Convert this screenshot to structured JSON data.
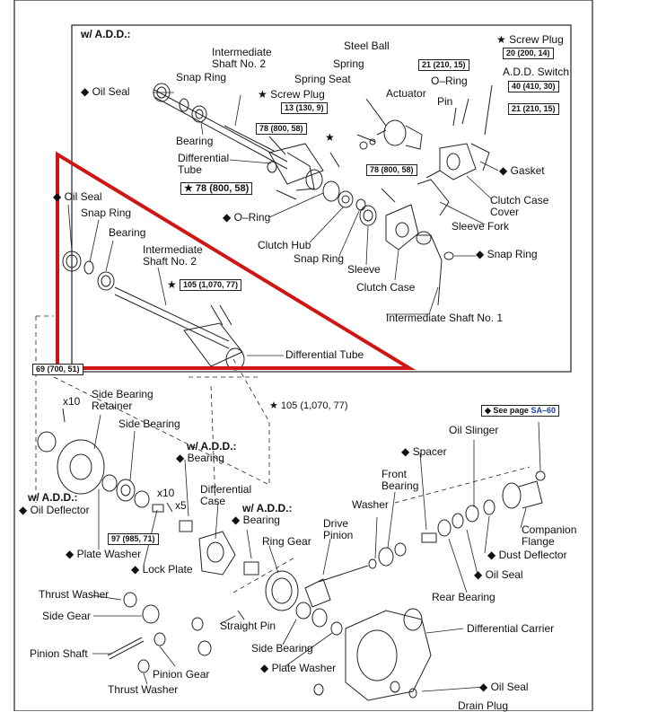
{
  "upper_panel": {
    "title": "w/  A.D.D.:",
    "labels": {
      "oil_seal": "◆ Oil Seal",
      "snap_ring_1": "Snap Ring",
      "intermediate_shaft_2": "Intermediate\nShaft No. 2",
      "bearing": "Bearing",
      "differential_tube": "Differential\nTube",
      "screw_plug": "★ Screw Plug",
      "spring_seat": "Spring Seat",
      "spring": "Spring",
      "steel_ball": "Steel Ball",
      "actuator": "Actuator",
      "o_ring_top": "O–Ring",
      "pin": "Pin",
      "screw_plug_right": "★ Screw Plug",
      "add_switch": "A.D.D. Switch",
      "gasket": "◆ Gasket",
      "clutch_case_cover": "Clutch Case\nCover",
      "sleeve_fork": "Sleeve Fork",
      "o_ring_mid": "◆ O–Ring",
      "clutch_hub": "Clutch Hub",
      "snap_ring_2": "Snap Ring",
      "sleeve": "Sleeve",
      "clutch_case": "Clutch Case",
      "snap_ring_3": "◆ Snap Ring",
      "intermediate_shaft_1": "Intermediate Shaft No. 1",
      "star_mark": "★"
    },
    "torque": {
      "t1": "21 (210, 15)",
      "t2": "20 (200, 14)",
      "t3": "13 (130, 9)",
      "t4": "78 (800, 58)",
      "t5": "40 (410, 30)",
      "t6": "21 (210, 15)",
      "t7": "★ 78 (800, 58)",
      "t8": "78 (800, 58)"
    }
  },
  "triangle_panel": {
    "labels": {
      "oil_seal": "◆ Oil Seal",
      "snap_ring": "Snap Ring",
      "bearing": "Bearing",
      "intermediate_shaft_2": "Intermediate\nShaft No. 2",
      "differential_tube": "Differential Tube",
      "star_mark": "★"
    },
    "torque": {
      "t1": "105 (1,070, 77)"
    }
  },
  "lower_section": {
    "labels": {
      "x10_a": "x10",
      "side_bearing_retainer": "Side Bearing\nRetainer",
      "side_bearing": "Side Bearing",
      "add_oil_deflector_title": "w/  A.D.D.:",
      "oil_deflector": "◆ Oil Deflector",
      "add_bearing_title": "w/  A.D.D.:",
      "bearing_1": "◆ Bearing",
      "x10_b": "x10",
      "x5": "x5",
      "differential_case": "Differential\nCase",
      "add_bearing_title_2": "w/  A.D.D.:",
      "bearing_2": "◆ Bearing",
      "ring_gear": "Ring Gear",
      "drive_pinion": "Drive\nPinion",
      "washer": "Washer",
      "front_bearing": "Front\nBearing",
      "spacer": "◆ Spacer",
      "oil_slinger": "Oil Slinger",
      "see_page_prefix": "◆ See page ",
      "see_page_ref": "SA–60",
      "companion_flange": "Companion\nFlange",
      "dust_deflector": "◆ Dust Deflector",
      "oil_seal_1": "◆ Oil Seal",
      "rear_bearing": "Rear Bearing",
      "plate_washer_1": "◆ Plate Washer",
      "lock_plate": "◆ Lock Plate",
      "thrust_washer_1": "Thrust Washer",
      "side_gear": "Side Gear",
      "straight_pin": "Straight Pin",
      "differential_carrier": "Differential Carrier",
      "pinion_shaft": "Pinion Shaft",
      "side_bearing_2": "Side Bearing",
      "plate_washer_2": "◆ Plate Washer",
      "pinion_gear": "Pinion Gear",
      "thrust_washer_2": "Thrust Washer",
      "oil_seal_2": "◆ Oil Seal",
      "drain_plug": "Drain Plug"
    },
    "torque": {
      "t1": "69 (700, 51)",
      "t2": "★ 105 (1,070, 77)",
      "t3": "97 (985, 71)"
    }
  },
  "colors": {
    "triangle": "#d01515",
    "line": "#222222",
    "link": "#1a3fa8"
  }
}
